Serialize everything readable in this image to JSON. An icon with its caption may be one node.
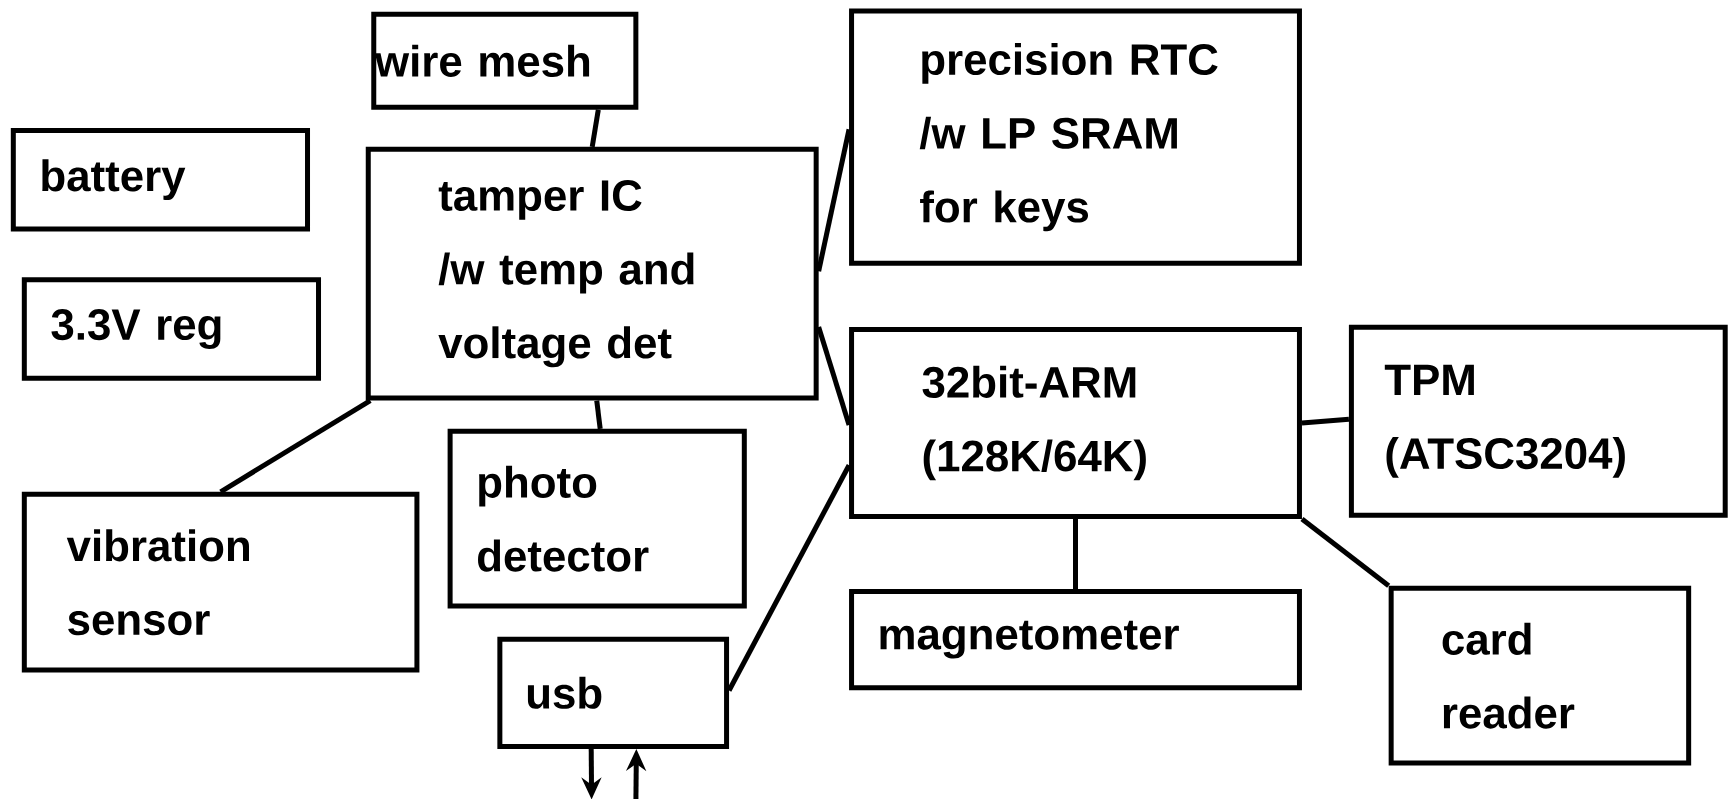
{
  "diagram": {
    "nodes": [
      {
        "text": [
          "wire mesh"
        ]
      },
      {
        "text": [
          "precision RTC /w LP SRAM for keys"
        ]
      },
      {
        "text": [
          "battery"
        ]
      },
      {
        "text": [
          "tamper IC /w temp and voltage det"
        ]
      },
      {
        "text": [
          "3.3V reg"
        ]
      },
      {
        "text": [
          "32bit-ARM (128K/64K)"
        ]
      },
      {
        "text": [
          "TPM (ATSC3204)"
        ]
      },
      {
        "text": [
          "photo detector"
        ]
      },
      {
        "text": [
          "vibration sensor"
        ]
      },
      {
        "text": [
          "magnetometer"
        ]
      },
      {
        "text": [
          "card reader"
        ]
      },
      {
        "text": [
          "usb"
        ]
      }
    ],
    "edges": [
      {
        "from": 0,
        "to": 3,
        "arrow": "none"
      },
      {
        "from": 3,
        "to": 1,
        "arrow": "none"
      },
      {
        "from": 3,
        "to": 5,
        "arrow": "none"
      },
      {
        "from": 3,
        "to": 8,
        "arrow": "none"
      },
      {
        "from": 3,
        "to": 7,
        "arrow": "none"
      },
      {
        "from": 5,
        "to": 6,
        "arrow": "none"
      },
      {
        "from": 5,
        "to": 9,
        "arrow": "none"
      },
      {
        "from": 5,
        "to": 10,
        "arrow": "none"
      },
      {
        "from": 11,
        "to": 5,
        "arrow": "none"
      },
      {
        "from": 11,
        "to": null,
        "arrow": "to"
      },
      {
        "from": null,
        "to": 11,
        "arrow": "to"
      }
    ]
  }
}
